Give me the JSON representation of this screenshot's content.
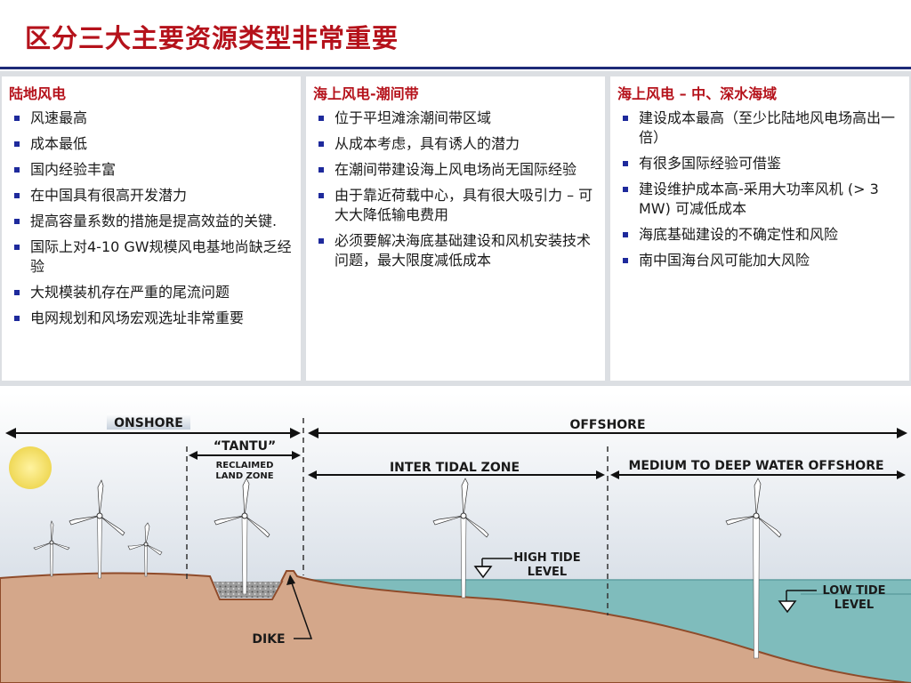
{
  "title": "区分三大主要资源类型非常重要",
  "columns": [
    {
      "heading": "陆地风电",
      "items": [
        "风速最高",
        "成本最低",
        "国内经验丰富",
        "在中国具有很高开发潜力",
        "提高容量系数的措施是提高效益的关键.",
        "国际上对4-10 GW规模风电基地尚缺乏经验",
        "大规模装机存在严重的尾流问题",
        "电网规划和风场宏观选址非常重要"
      ]
    },
    {
      "heading": "海上风电-潮间带",
      "items": [
        "位于平坦滩涂潮间带区域",
        "从成本考虑，具有诱人的潜力",
        "在潮间带建设海上风电场尚无国际经验",
        "由于靠近荷载中心，具有很大吸引力 – 可大大降低输电费用",
        "必须要解决海底基础建设和风机安装技术问题，最大限度减低成本"
      ]
    },
    {
      "heading": "海上风电 – 中、深水海域",
      "items": [
        "建设成本最高（至少比陆地风电场高出一倍）",
        "有很多国际经验可借鉴",
        " 建设维护成本高-采用大功率风机 (> 3 MW) 可减低成本",
        "海底基础建设的不确定性和风险",
        "南中国海台风可能加大风险"
      ]
    }
  ],
  "diagram": {
    "onshore": "ONSHORE",
    "offshore": "OFFSHORE",
    "tantu": "“TANTU”",
    "reclaimed_1": "RECLAIMED",
    "reclaimed_2": "LAND ZONE",
    "intertidal": "INTER TIDAL ZONE",
    "deepwater": "MEDIUM TO DEEP WATER OFFSHORE",
    "high_tide_1": "HIGH TIDE",
    "high_tide_2": "LEVEL",
    "low_tide_1": "LOW TIDE",
    "low_tide_2": "LEVEL",
    "dike": "DIKE"
  },
  "colors": {
    "title": "#b5121b",
    "heading": "#b5121b",
    "bullet": "#1e2a9c",
    "rule": "#1e2a78",
    "sky": "#c9d3de",
    "land": "#d4a78a",
    "water": "#7fbcbc",
    "sun": "#f3df63"
  }
}
